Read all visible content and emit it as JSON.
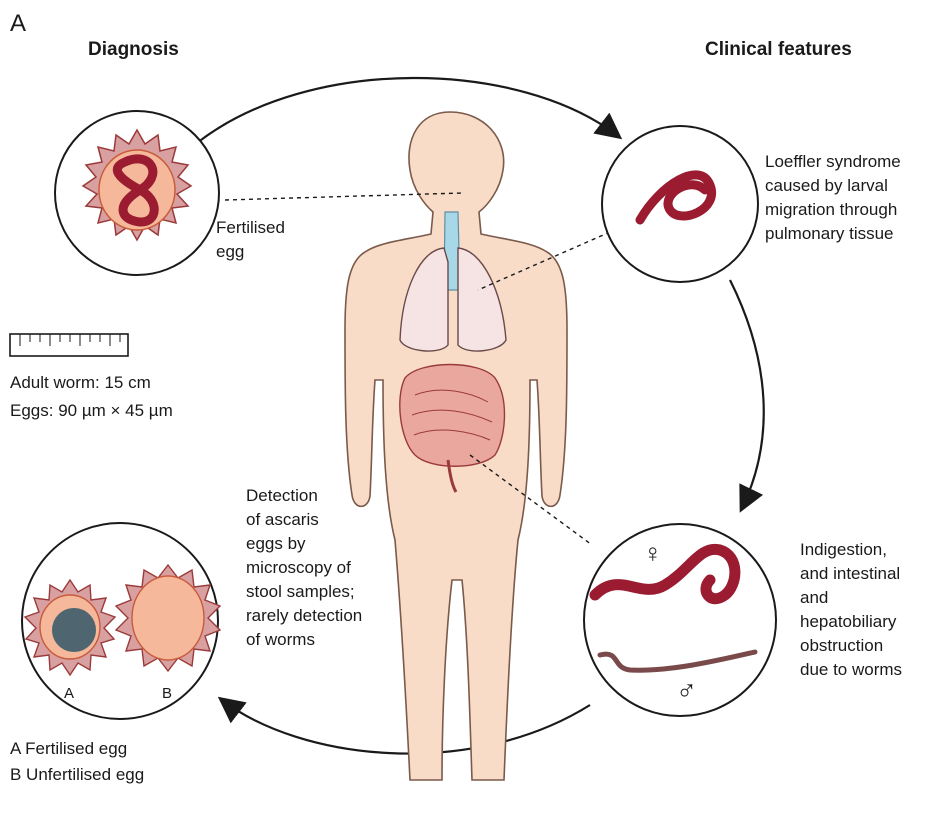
{
  "panel_letter": "A",
  "headings": {
    "diagnosis": "Diagnosis",
    "clinical_features": "Clinical features"
  },
  "labels": {
    "fertilised_egg": "Fertilised\negg",
    "adult_worm_size": "Adult worm: 15 cm",
    "egg_size": "Eggs: 90 µm × 45 µm",
    "loeffler": "Loeffler syndrome\ncaused by larval\nmigration through\npulmonary tissue",
    "detection": "Detection\nof ascaris\neggs by\nmicroscopy of\nstool samples;\nrarely detection\nof worms",
    "indigestion": "Indigestion,\nand  intestinal\nand\nhepatobiliary\nobstruction\ndue to worms",
    "egg_a_letter": "A",
    "egg_b_letter": "B",
    "legend_a": "A Fertilised egg",
    "legend_b": "B Unfertilised egg",
    "female_symbol": "♀",
    "male_symbol": "♂"
  },
  "colors": {
    "skin": "#f9dcc8",
    "worm": "#9b1b30",
    "egg_fill": "#f5b89a",
    "egg_shell": "#c97a7a",
    "unfert_core": "#4f6670",
    "trachea": "#a8d8e8",
    "lung": "#f6e3e3",
    "intestine": "#e9a79e"
  }
}
